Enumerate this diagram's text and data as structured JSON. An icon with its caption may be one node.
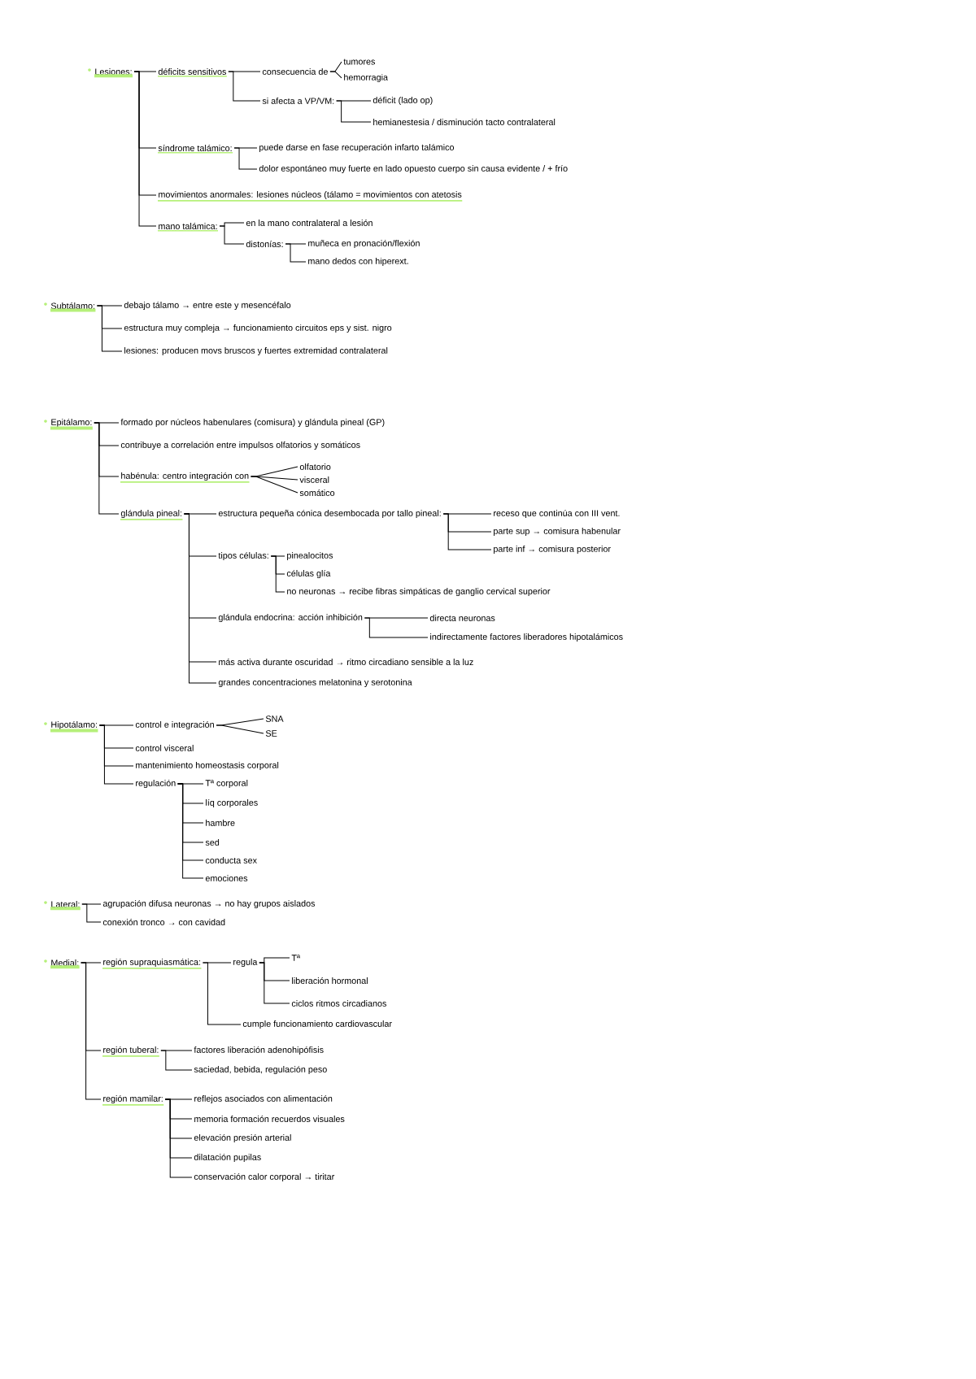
{
  "diagram": {
    "nodes": [
      {
        "text": [
          "Lesiones:"
        ]
      },
      {
        "text": [
          "déficits sensitivos"
        ]
      },
      {
        "text": [
          "consecuencia de"
        ]
      },
      {
        "text": [
          "tumores"
        ]
      },
      {
        "text": [
          "hemorragia"
        ]
      },
      {
        "text": [
          "si afecta a VP/VM:"
        ]
      },
      {
        "text": [
          "déficit (lado op)"
        ]
      },
      {
        "text": [
          "hemianestesia / disminución tacto contralateral"
        ]
      },
      {
        "text": [
          "síndrome talámico:"
        ]
      },
      {
        "text": [
          "puede darse en fase recuperación infarto talámico"
        ]
      },
      {
        "text": [
          "dolor espontáneo muy fuerte en lado opuesto cuerpo sin causa evidente / + frío"
        ]
      },
      {
        "text": [
          "movimientos anormales: lesiones núcleos (tálamo = movimientos con atetosis"
        ]
      },
      {
        "text": [
          "mano talámica:"
        ]
      },
      {
        "text": [
          "en la mano contralateral a lesión"
        ]
      },
      {
        "text": [
          "distonías:"
        ]
      },
      {
        "text": [
          "muñeca en pronación/flexión"
        ]
      },
      {
        "text": [
          "mano dedos con hiperext."
        ]
      },
      {
        "text": [
          "Subtálamo:"
        ]
      },
      {
        "text": [
          "debajo tálamo → entre este y mesencéfalo"
        ]
      },
      {
        "text": [
          "estructura muy compleja → funcionamiento circuitos eps y sist. nigro"
        ]
      },
      {
        "text": [
          "lesiones: producen movs bruscos y fuertes extremidad contralateral"
        ]
      },
      {
        "text": [
          "Epitálamo:"
        ]
      },
      {
        "text": [
          "formado por núcleos habenulares (comisura) y glándula pineal (GP)"
        ]
      },
      {
        "text": [
          "contribuye a correlación entre impulsos olfatorios y somáticos"
        ]
      },
      {
        "text": [
          "habénula: centro integración con"
        ]
      },
      {
        "text": [
          "olfatorio"
        ]
      },
      {
        "text": [
          "visceral"
        ]
      },
      {
        "text": [
          "somático"
        ]
      },
      {
        "text": [
          "glándula pineal:"
        ]
      },
      {
        "text": [
          "estructura pequeña cónica desembocada por tallo pineal:"
        ]
      },
      {
        "text": [
          "receso que continúa con III vent."
        ]
      },
      {
        "text": [
          "parte sup → comisura habenular"
        ]
      },
      {
        "text": [
          "parte inf → comisura posterior"
        ]
      },
      {
        "text": [
          "tipos células:"
        ]
      },
      {
        "text": [
          "pinealocitos"
        ]
      },
      {
        "text": [
          "células glía"
        ]
      },
      {
        "text": [
          "no neuronas → recibe fibras simpáticas de ganglio cervical superior"
        ]
      },
      {
        "text": [
          "glándula endocrina: acción inhibición"
        ]
      },
      {
        "text": [
          "directa neuronas"
        ]
      },
      {
        "text": [
          "indirectamente factores liberadores hipotalámicos"
        ]
      },
      {
        "text": [
          "más activa durante oscuridad → ritmo circadiano sensible a la luz"
        ]
      },
      {
        "text": [
          "grandes concentraciones melatonina y serotonina"
        ]
      },
      {
        "text": [
          "Hipotálamo:"
        ]
      },
      {
        "text": [
          "control e integración"
        ]
      },
      {
        "text": [
          "SNA"
        ]
      },
      {
        "text": [
          "SE"
        ]
      },
      {
        "text": [
          "control visceral"
        ]
      },
      {
        "text": [
          "mantenimiento homeostasis corporal"
        ]
      },
      {
        "text": [
          "regulación"
        ]
      },
      {
        "text": [
          "Tª corporal"
        ]
      },
      {
        "text": [
          "líq corporales"
        ]
      },
      {
        "text": [
          "hambre"
        ]
      },
      {
        "text": [
          "sed"
        ]
      },
      {
        "text": [
          "conducta sex"
        ]
      },
      {
        "text": [
          "emociones"
        ]
      },
      {
        "text": [
          "Lateral:"
        ]
      },
      {
        "text": [
          "agrupación difusa neuronas → no hay grupos aislados"
        ]
      },
      {
        "text": [
          "conexión tronco → con cavidad"
        ]
      },
      {
        "text": [
          "Medial:"
        ]
      },
      {
        "text": [
          "región supraquiasmática:"
        ]
      },
      {
        "text": [
          "regula"
        ]
      },
      {
        "text": [
          "Tª"
        ]
      },
      {
        "text": [
          "liberación hormonal"
        ]
      },
      {
        "text": [
          "ciclos ritmos circadianos"
        ]
      },
      {
        "text": [
          "cumple funcionamiento cardiovascular"
        ]
      },
      {
        "text": [
          "región tuberal:"
        ]
      },
      {
        "text": [
          "factores liberación adenohipófisis"
        ]
      },
      {
        "text": [
          "saciedad, bebida, regulación peso"
        ]
      },
      {
        "text": [
          "región mamilar:"
        ]
      },
      {
        "text": [
          "reflejos asociados con alimentación"
        ]
      },
      {
        "text": [
          "memoria formación recuerdos visuales"
        ]
      },
      {
        "text": [
          "elevación presión arterial"
        ]
      },
      {
        "text": [
          "dilatación pupilas"
        ]
      },
      {
        "text": [
          "conservación calor corporal → tiritar"
        ]
      }
    ],
    "edges": [
      {
        "from": 0,
        "to": 1,
        "arrow": "none"
      },
      {
        "from": 1,
        "to": 2,
        "arrow": "none"
      },
      {
        "from": 2,
        "to": 3,
        "arrow": "none"
      },
      {
        "from": 2,
        "to": 4,
        "arrow": "none"
      },
      {
        "from": 1,
        "to": 5,
        "arrow": "none"
      },
      {
        "from": 5,
        "to": 6,
        "arrow": "none"
      },
      {
        "from": 5,
        "to": 7,
        "arrow": "none"
      },
      {
        "from": 0,
        "to": 8,
        "arrow": "none"
      },
      {
        "from": 8,
        "to": 9,
        "arrow": "none"
      },
      {
        "from": 8,
        "to": 10,
        "arrow": "none"
      },
      {
        "from": 0,
        "to": 11,
        "arrow": "none"
      },
      {
        "from": 0,
        "to": 12,
        "arrow": "none"
      },
      {
        "from": 12,
        "to": 13,
        "arrow": "none"
      },
      {
        "from": 12,
        "to": 14,
        "arrow": "none"
      },
      {
        "from": 14,
        "to": 15,
        "arrow": "none"
      },
      {
        "from": 14,
        "to": 16,
        "arrow": "none"
      },
      {
        "from": 17,
        "to": 18,
        "arrow": "none"
      },
      {
        "from": 17,
        "to": 19,
        "arrow": "none"
      },
      {
        "from": 17,
        "to": 20,
        "arrow": "none"
      },
      {
        "from": 21,
        "to": 22,
        "arrow": "none"
      },
      {
        "from": 21,
        "to": 23,
        "arrow": "none"
      },
      {
        "from": 21,
        "to": 24,
        "arrow": "none"
      },
      {
        "from": 24,
        "to": 25,
        "arrow": "none"
      },
      {
        "from": 24,
        "to": 26,
        "arrow": "none"
      },
      {
        "from": 24,
        "to": 27,
        "arrow": "none"
      },
      {
        "from": 21,
        "to": 28,
        "arrow": "none"
      },
      {
        "from": 28,
        "to": 29,
        "arrow": "none"
      },
      {
        "from": 29,
        "to": 30,
        "arrow": "none"
      },
      {
        "from": 29,
        "to": 31,
        "arrow": "none"
      },
      {
        "from": 29,
        "to": 32,
        "arrow": "none"
      },
      {
        "from": 28,
        "to": 33,
        "arrow": "none"
      },
      {
        "from": 33,
        "to": 34,
        "arrow": "none"
      },
      {
        "from": 33,
        "to": 35,
        "arrow": "none"
      },
      {
        "from": 33,
        "to": 36,
        "arrow": "none"
      },
      {
        "from": 28,
        "to": 37,
        "arrow": "none"
      },
      {
        "from": 37,
        "to": 38,
        "arrow": "none"
      },
      {
        "from": 37,
        "to": 39,
        "arrow": "none"
      },
      {
        "from": 28,
        "to": 40,
        "arrow": "none"
      },
      {
        "from": 28,
        "to": 41,
        "arrow": "none"
      },
      {
        "from": 42,
        "to": 43,
        "arrow": "none"
      },
      {
        "from": 43,
        "to": 44,
        "arrow": "none"
      },
      {
        "from": 43,
        "to": 45,
        "arrow": "none"
      },
      {
        "from": 42,
        "to": 46,
        "arrow": "none"
      },
      {
        "from": 42,
        "to": 47,
        "arrow": "none"
      },
      {
        "from": 42,
        "to": 48,
        "arrow": "none"
      },
      {
        "from": 48,
        "to": 49,
        "arrow": "none"
      },
      {
        "from": 48,
        "to": 50,
        "arrow": "none"
      },
      {
        "from": 48,
        "to": 51,
        "arrow": "none"
      },
      {
        "from": 48,
        "to": 52,
        "arrow": "none"
      },
      {
        "from": 48,
        "to": 53,
        "arrow": "none"
      },
      {
        "from": 48,
        "to": 54,
        "arrow": "none"
      },
      {
        "from": 55,
        "to": 56,
        "arrow": "none"
      },
      {
        "from": 55,
        "to": 57,
        "arrow": "none"
      },
      {
        "from": 58,
        "to": 59,
        "arrow": "none"
      },
      {
        "from": 59,
        "to": 60,
        "arrow": "none"
      },
      {
        "from": 60,
        "to": 61,
        "arrow": "none"
      },
      {
        "from": 60,
        "to": 62,
        "arrow": "none"
      },
      {
        "from": 60,
        "to": 63,
        "arrow": "none"
      },
      {
        "from": 59,
        "to": 64,
        "arrow": "none"
      },
      {
        "from": 58,
        "to": 65,
        "arrow": "none"
      },
      {
        "from": 65,
        "to": 66,
        "arrow": "none"
      },
      {
        "from": 65,
        "to": 67,
        "arrow": "none"
      },
      {
        "from": 58,
        "to": 68,
        "arrow": "none"
      },
      {
        "from": 68,
        "to": 69,
        "arrow": "none"
      },
      {
        "from": 68,
        "to": 70,
        "arrow": "none"
      },
      {
        "from": 68,
        "to": 71,
        "arrow": "none"
      },
      {
        "from": 68,
        "to": 72,
        "arrow": "none"
      },
      {
        "from": 68,
        "to": 73,
        "arrow": "none"
      }
    ]
  }
}
